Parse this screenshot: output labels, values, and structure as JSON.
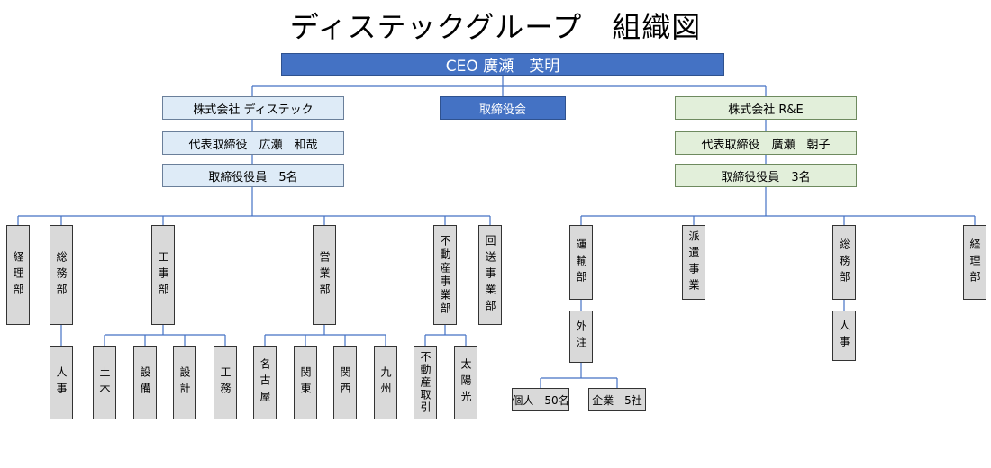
{
  "title": "ディステックグループ　組織図",
  "ceo": "CEO 廣瀬　英明",
  "board": "取締役会",
  "left": {
    "company": "株式会社 ディステック",
    "president": "代表取締役　広瀬　和哉",
    "directors": "取締役役員　5名",
    "depts": {
      "keiri": "経理部",
      "somu": "総務部",
      "jinji": "人事",
      "koji": "工事部",
      "doboku": "土木",
      "setsubi": "設備",
      "sekkei": "設計",
      "komu": "工務",
      "eigyo": "営業部",
      "nagoya": "名古屋",
      "kanto": "関東",
      "kansai": "関西",
      "kyushu": "九州",
      "fudosan": "不動産事業部",
      "fudosan_torihiki": "不動産取引",
      "taiyoko": "太陽光",
      "kaiso": "回送事業部"
    }
  },
  "right": {
    "company": "株式会社 R&E",
    "president": "代表取締役　廣瀬　朝子",
    "directors": "取締役役員　3名",
    "depts": {
      "unyu": "運輸部",
      "gaichu": "外注",
      "kojin": "個人　50名",
      "kigyo": "企業　5社",
      "haken": "派遣事業",
      "somu": "総務部",
      "jinji": "人事",
      "keiri": "経理部"
    }
  }
}
